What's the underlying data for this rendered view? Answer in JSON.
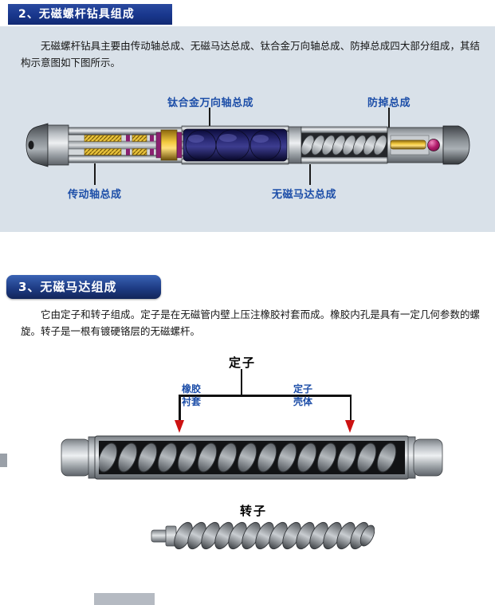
{
  "section2": {
    "title": "2、无磁螺杆钻具组成",
    "body": "无磁螺杆钻具主要由传动轴总成、无磁马达总成、钛合金万向轴总成、防掉总成四大部分组成，其结构示意图如下图所示。",
    "labels": {
      "universal": "钛合金万向轴总成",
      "antidrop": "防掉总成",
      "driveshaft": "传动轴总成",
      "motor": "无磁马达总成"
    }
  },
  "section3": {
    "title": "3、无磁马达组成",
    "body": "它由定子和转子组成。定子是在无磁管内壁上压注橡胶衬套而成。橡胶内孔是具有一定几何参数的螺旋。转子是一根有镀硬铬层的无磁螺杆。",
    "labels": {
      "stator": "定子",
      "rubber1": "橡胶",
      "rubber2": "衬套",
      "shell1": "定子",
      "shell2": "壳体",
      "rotor": "转子"
    }
  },
  "colors": {
    "banner_blue": "#18368c",
    "panel_bg": "#d9e1e9",
    "label_blue": "#1d4ea8",
    "arrow_red": "#cc1111",
    "body_text": "#151515"
  }
}
